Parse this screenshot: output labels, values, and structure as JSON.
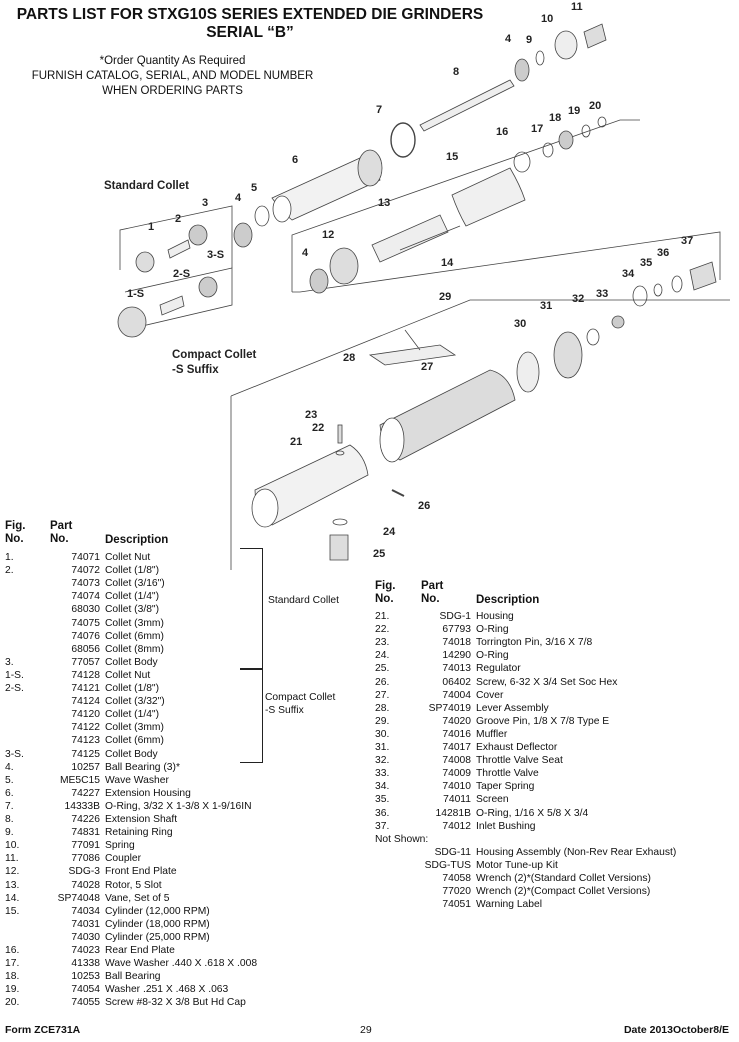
{
  "header": {
    "title_line1": "PARTS LIST FOR STXG10S SERIES EXTENDED DIE GRINDERS",
    "title_line2": "SERIAL “B”",
    "order_note1": "*Order Quantity As Required",
    "order_note2": "FURNISH CATALOG, SERIAL, AND MODEL NUMBER",
    "order_note3": "WHEN ORDERING PARTS"
  },
  "diagram": {
    "labels": {
      "standard_collet": "Standard Collet",
      "compact_collet_1": "Compact Collet",
      "compact_collet_2": "-S Suffix"
    },
    "callouts": [
      "1",
      "2",
      "3",
      "3-S",
      "2-S",
      "1-S",
      "4",
      "5",
      "6",
      "7",
      "8",
      "4",
      "9",
      "10",
      "11",
      "12",
      "4",
      "13",
      "14",
      "15",
      "16",
      "17",
      "18",
      "19",
      "20",
      "21",
      "22",
      "23",
      "24",
      "25",
      "26",
      "27",
      "28",
      "29",
      "30",
      "31",
      "32",
      "33",
      "34",
      "35",
      "36",
      "37"
    ]
  },
  "columns": {
    "fig1": "Fig.",
    "fig2": "No.",
    "part1": "Part",
    "part2": "No.",
    "desc": "Description"
  },
  "left_table": [
    {
      "fig": "1.",
      "part": "74071",
      "desc": "Collet Nut"
    },
    {
      "fig": "2.",
      "part": "74072",
      "desc": "Collet (1/8\")"
    },
    {
      "fig": "",
      "part": "74073",
      "desc": "Collet (3/16\")"
    },
    {
      "fig": "",
      "part": "74074",
      "desc": "Collet (1/4\")"
    },
    {
      "fig": "",
      "part": "68030",
      "desc": "Collet (3/8\")"
    },
    {
      "fig": "",
      "part": "74075",
      "desc": "Collet (3mm)"
    },
    {
      "fig": "",
      "part": "74076",
      "desc": "Collet (6mm)"
    },
    {
      "fig": "",
      "part": "68056",
      "desc": "Collet (8mm)"
    },
    {
      "fig": "3.",
      "part": "77057",
      "desc": "Collet Body"
    },
    {
      "fig": "1-S.",
      "part": "74128",
      "desc": "Collet Nut"
    },
    {
      "fig": "2-S.",
      "part": "74121",
      "desc": "Collet (1/8\")"
    },
    {
      "fig": "",
      "part": "74124",
      "desc": "Collet (3/32\")"
    },
    {
      "fig": "",
      "part": "74120",
      "desc": "Collet (1/4\")"
    },
    {
      "fig": "",
      "part": "74122",
      "desc": "Collet (3mm)"
    },
    {
      "fig": "",
      "part": "74123",
      "desc": "Collet (6mm)"
    },
    {
      "fig": "3-S.",
      "part": "74125",
      "desc": "Collet Body"
    },
    {
      "fig": "4.",
      "part": "10257",
      "desc": "Ball Bearing (3)*"
    },
    {
      "fig": "5.",
      "part": "ME5C15",
      "desc": "Wave Washer"
    },
    {
      "fig": "6.",
      "part": "74227",
      "desc": "Extension Housing"
    },
    {
      "fig": "7.",
      "part": "14333B",
      "desc": "O-Ring, 3/32 X 1-3/8 X 1-9/16IN"
    },
    {
      "fig": "8.",
      "part": "74226",
      "desc": "Extension Shaft"
    },
    {
      "fig": "9.",
      "part": "74831",
      "desc": "Retaining Ring"
    },
    {
      "fig": "10.",
      "part": "77091",
      "desc": "Spring"
    },
    {
      "fig": "11.",
      "part": "77086",
      "desc": "Coupler"
    },
    {
      "fig": "12.",
      "part": "SDG-3",
      "desc": "Front End Plate"
    },
    {
      "fig": "13.",
      "part": "74028",
      "desc": "Rotor, 5 Slot"
    },
    {
      "fig": "14.",
      "part": "SP74048",
      "desc": "Vane, Set of 5"
    },
    {
      "fig": "15.",
      "part": "74034",
      "desc": "Cylinder (12,000 RPM)"
    },
    {
      "fig": "",
      "part": "74031",
      "desc": "Cylinder (18,000 RPM)"
    },
    {
      "fig": "",
      "part": "74030",
      "desc": "Cylinder (25,000 RPM)"
    },
    {
      "fig": "16.",
      "part": "74023",
      "desc": "Rear End Plate"
    },
    {
      "fig": "17.",
      "part": "41338",
      "desc": "Wave Washer .440 X .618 X .008"
    },
    {
      "fig": "18.",
      "part": "10253",
      "desc": "Ball Bearing"
    },
    {
      "fig": "19.",
      "part": "74054",
      "desc": "Washer .251 X .468 X .063"
    },
    {
      "fig": "20.",
      "part": "74055",
      "desc": "Screw #8-32 X 3/8 But Hd Cap"
    }
  ],
  "brackets": {
    "standard": "Standard Collet",
    "compact1": "Compact Collet",
    "compact2": "-S Suffix"
  },
  "right_table": [
    {
      "fig": "21.",
      "part": "SDG-1",
      "desc": "Housing"
    },
    {
      "fig": "22.",
      "part": "67793",
      "desc": "O-Ring"
    },
    {
      "fig": "23.",
      "part": "74018",
      "desc": "Torrington Pin, 3/16 X 7/8"
    },
    {
      "fig": "24.",
      "part": "14290",
      "desc": "O-Ring"
    },
    {
      "fig": "25.",
      "part": "74013",
      "desc": "Regulator"
    },
    {
      "fig": "26.",
      "part": "06402",
      "desc": "Screw, 6-32 X 3/4 Set Soc Hex"
    },
    {
      "fig": "27.",
      "part": "74004",
      "desc": "Cover"
    },
    {
      "fig": "28.",
      "part": "SP74019",
      "desc": "Lever Assembly"
    },
    {
      "fig": "29.",
      "part": "74020",
      "desc": "Groove Pin, 1/8 X 7/8 Type E"
    },
    {
      "fig": "30.",
      "part": "74016",
      "desc": "Muffler"
    },
    {
      "fig": "31.",
      "part": "74017",
      "desc": "Exhaust Deflector"
    },
    {
      "fig": "32.",
      "part": "74008",
      "desc": "Throttle Valve Seat"
    },
    {
      "fig": "33.",
      "part": "74009",
      "desc": "Throttle Valve"
    },
    {
      "fig": "34.",
      "part": "74010",
      "desc": "Taper Spring"
    },
    {
      "fig": "35.",
      "part": "74011",
      "desc": "Screen"
    },
    {
      "fig": "36.",
      "part": "14281B",
      "desc": "O-Ring, 1/16 X 5/8 X 3/4"
    },
    {
      "fig": "37.",
      "part": "74012",
      "desc": "Inlet Bushing"
    },
    {
      "fig": "Not Shown:",
      "part": "",
      "desc": ""
    },
    {
      "fig": "",
      "part": "SDG-11",
      "desc": "Housing Assembly (Non-Rev Rear Exhaust)"
    },
    {
      "fig": "",
      "part": "SDG-TUS",
      "desc": "Motor Tune-up Kit"
    },
    {
      "fig": "",
      "part": "74058",
      "desc": "Wrench (2)*(Standard Collet Versions)"
    },
    {
      "fig": "",
      "part": "77020",
      "desc": "Wrench (2)*(Compact Collet Versions)"
    },
    {
      "fig": "",
      "part": "74051",
      "desc": "Warning Label"
    }
  ],
  "footer": {
    "form": "Form ZCE731A",
    "page": "29",
    "date": "Date 2013October8/E"
  }
}
